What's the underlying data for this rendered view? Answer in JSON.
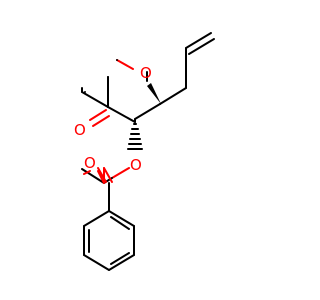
{
  "structure": {
    "atoms": {
      "methoxy_oxygen": "O",
      "ketone_oxygen": "O",
      "ester_oxygen": "O",
      "carbonyl_oxygen": "O"
    },
    "colors": {
      "bond": "#000000",
      "heteroatom": "#ff0000",
      "background": "#ffffff"
    }
  }
}
